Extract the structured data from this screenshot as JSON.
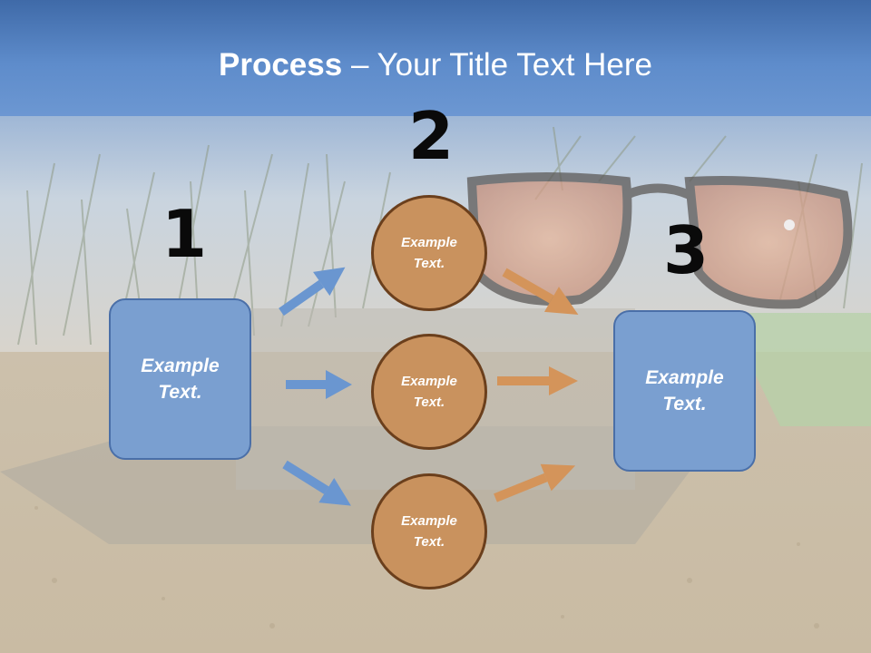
{
  "title": {
    "bold": "Process",
    "rest": " – Your Title Text Here"
  },
  "steps": {
    "s1": "1",
    "s2": "2",
    "s3": "3"
  },
  "left_box": {
    "label": "Example Text."
  },
  "right_box": {
    "label": "Example Text."
  },
  "circles": [
    {
      "label": "Example Text."
    },
    {
      "label": "Example Text."
    },
    {
      "label": "Example Text."
    }
  ],
  "colors": {
    "header": "#5b86c0",
    "box_fill": "#7a9fd0",
    "box_border": "#4a6fa8",
    "circle_fill": "#c9925e",
    "circle_border": "#6b3f1c",
    "arrow_blue": "#6a96d0",
    "arrow_orange": "#d4945a"
  }
}
